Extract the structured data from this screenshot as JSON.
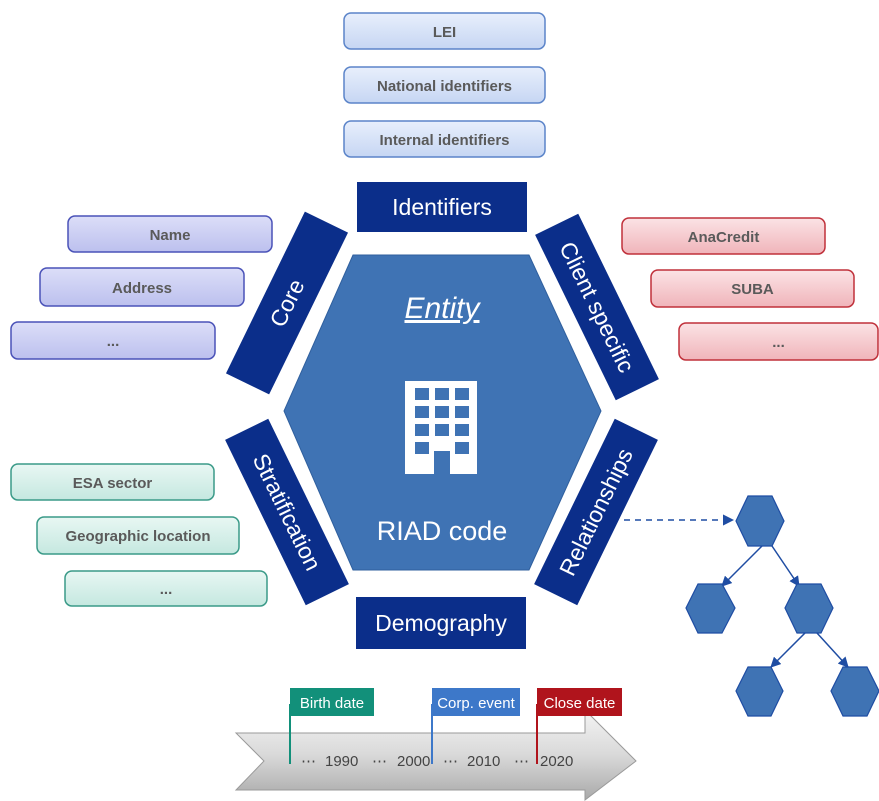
{
  "colors": {
    "blue_pill_fill": "#d2def6",
    "blue_pill_stroke": "#5b84c9",
    "purple_pill_fill": "#c8cbf1",
    "purple_pill_stroke": "#4a52b8",
    "red_pill_fill": "#f4c8cc",
    "red_pill_stroke": "#c0303a",
    "teal_pill_fill": "#d6efe9",
    "teal_pill_stroke": "#3a9a88",
    "band_navy": "#0b2e8a",
    "hexagon_blue": "#3f73b4",
    "timeline_teal": "#12907a",
    "timeline_blue": "#3d78c9",
    "timeline_red": "#b0141c"
  },
  "identifiers": {
    "band_label": "Identifiers",
    "items": [
      "LEI",
      "National identifiers",
      "Internal identifiers"
    ]
  },
  "core": {
    "band_label": "Core",
    "items": [
      "Name",
      "Address",
      "..."
    ]
  },
  "client_specific": {
    "band_label": "Client specific",
    "items": [
      "AnaCredit",
      "SUBA",
      "..."
    ]
  },
  "stratification": {
    "band_label": "Stratification",
    "items": [
      "ESA sector",
      "Geographic location",
      "..."
    ]
  },
  "relationships": {
    "band_label": "Relationships",
    "tree_icon": "hierarchy-tree-icon"
  },
  "demography": {
    "band_label": "Demography"
  },
  "center": {
    "title": "Entity",
    "icon": "office-building-icon",
    "code_label": "RIAD code"
  },
  "timeline": {
    "events": [
      "Birth date",
      "Corp. event",
      "Close date"
    ],
    "ticks": [
      "1990",
      "2000",
      "2010",
      "2020"
    ],
    "ellipsis": "⋯"
  }
}
